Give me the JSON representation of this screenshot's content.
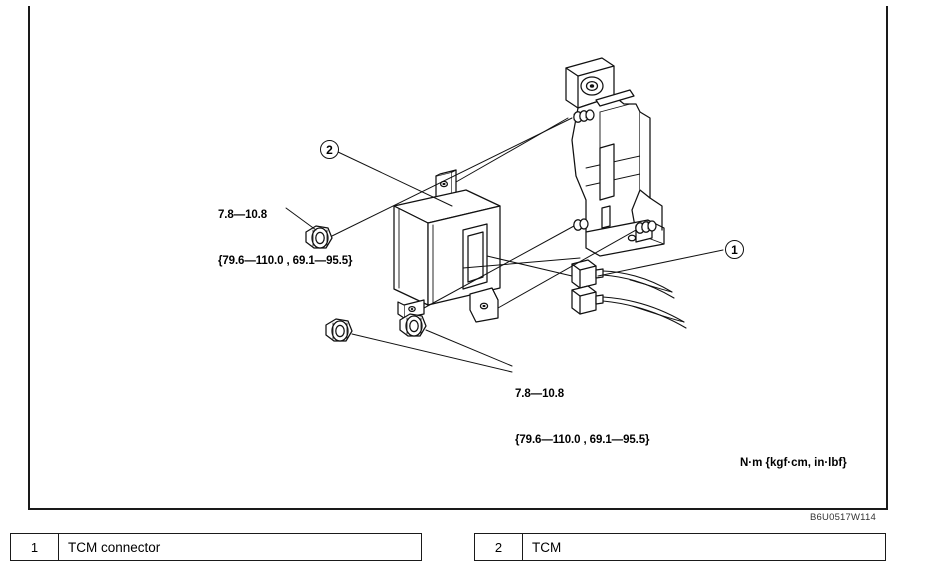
{
  "figure": {
    "reference_code": "B6U0517W114",
    "units_note": "N·m {kgf·cm, in·lbf}"
  },
  "torque_specs": [
    {
      "id": "torque-top",
      "nm": "7.8—10.8",
      "alt": "{79.6—110.0 , 69.1—95.5}"
    },
    {
      "id": "torque-bottom",
      "nm": "7.8—10.8",
      "alt": "{79.6—110.0 , 69.1—95.5}"
    }
  ],
  "callouts": [
    {
      "number": "1"
    },
    {
      "number": "2"
    }
  ],
  "legend": {
    "items": [
      {
        "number": "1",
        "label": "TCM connector"
      },
      {
        "number": "2",
        "label": "TCM"
      }
    ]
  },
  "colors": {
    "line": "#111111",
    "frame": "#1a1a1a",
    "background": "#ffffff"
  }
}
